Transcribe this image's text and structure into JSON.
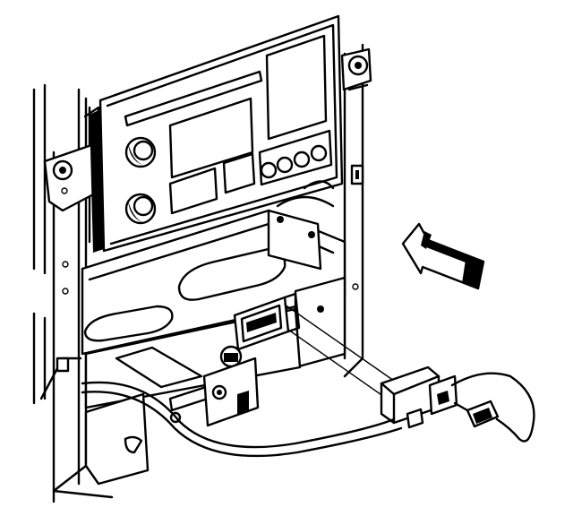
{
  "diagram": {
    "caption": "",
    "colors": {
      "ink": "#000000",
      "paper": "#ffffff"
    },
    "parts": [
      {
        "id": "radio-faceplate",
        "icon": "radio-icon"
      },
      {
        "id": "mounting-bracket",
        "icon": "bracket-icon"
      },
      {
        "id": "radio-connector-socket",
        "icon": "socket-icon"
      },
      {
        "id": "harness-connector",
        "icon": "connector-icon"
      },
      {
        "id": "antenna-plug",
        "icon": "plug-icon"
      },
      {
        "id": "wiring-harness",
        "icon": "wire-icon"
      },
      {
        "id": "front-direction-arrow",
        "icon": "arrow-icon"
      },
      {
        "id": "mounting-bolts",
        "icon": "bolt-icon"
      }
    ]
  }
}
